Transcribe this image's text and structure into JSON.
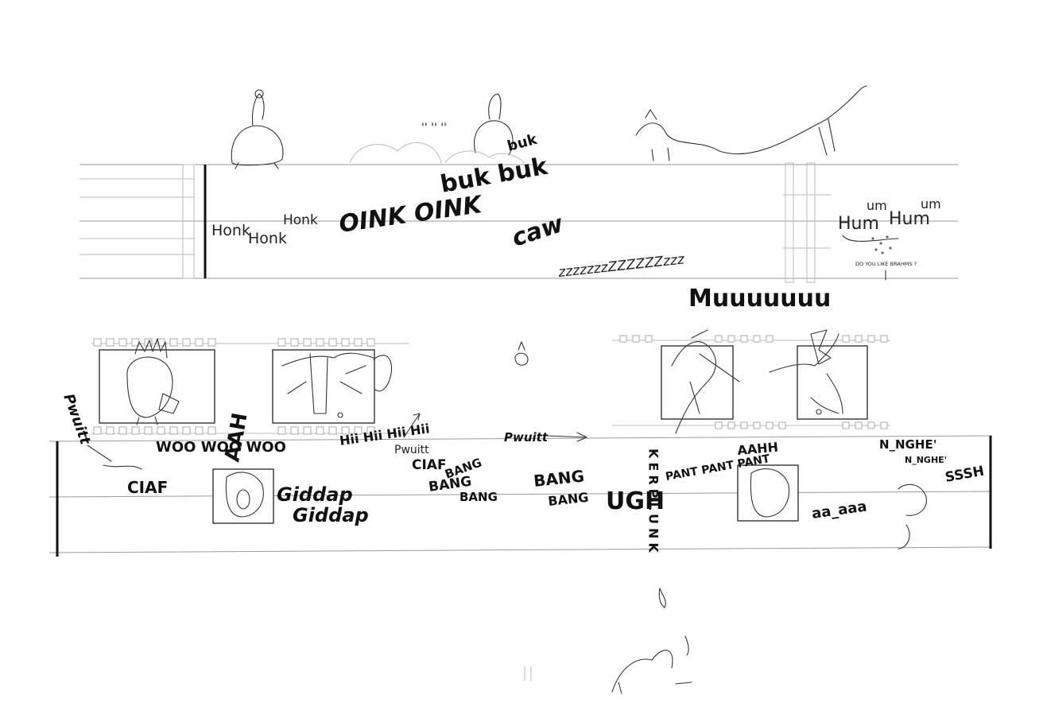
{
  "score": {
    "upper": {
      "honk1": "Honk",
      "honk2": "Honk",
      "honk3": "Honk",
      "oink": "OINK OINK",
      "buk1": "buk",
      "buk2": "buk buk",
      "caw": "caw",
      "zzz": "zzzzzzzZZZZZZzzz",
      "moo": "Muuuuuuu",
      "hum1": "Hum",
      "um1": "um",
      "hum2": "Hum",
      "um2": "um",
      "sign": "DO YOU LIKE BRAHMS ?"
    },
    "lower": {
      "pwuitt1": "Pwuitt",
      "woo": "WOO WOO WOO",
      "aah": "AAH",
      "ciaf1": "CIAF",
      "giddap1": "Giddap",
      "giddap2": "Giddap",
      "hii": "Hii Hii Hii Hii",
      "pwuitt2": "Pwuitt",
      "ciaf2": "CIAF",
      "bang1": "BANG",
      "bang2": "BANG",
      "bang3": "BANG",
      "pwuitt3": "Pwuitt",
      "bang4": "BANG",
      "bang5": "BANG",
      "ugh": "UGH",
      "kerplunk": "KERPLUNK",
      "pant": "PANT PANT PANT",
      "aaah": "AAHH",
      "nnghe1": "N_NGHE'",
      "nnghe2": "N_NGHE'",
      "aaa": "aa_aaa",
      "sss": "SSSH"
    }
  }
}
